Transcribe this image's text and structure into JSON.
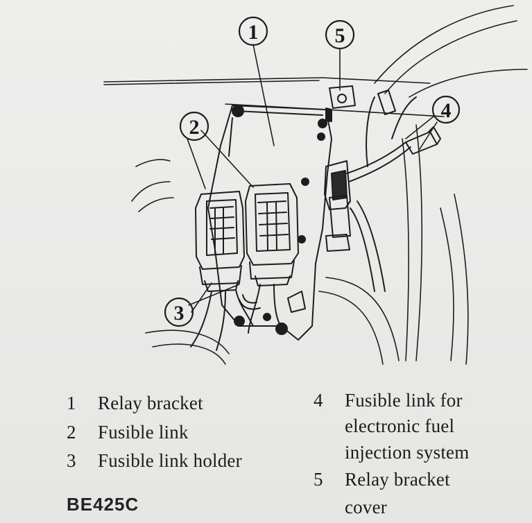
{
  "callouts": [
    "1",
    "2",
    "3",
    "4",
    "5"
  ],
  "legend": [
    {
      "num": "1",
      "lines": [
        "Relay bracket"
      ]
    },
    {
      "num": "2",
      "lines": [
        "Fusible link"
      ]
    },
    {
      "num": "3",
      "lines": [
        "Fusible link holder"
      ]
    },
    {
      "num": "4",
      "lines": [
        "Fusible link for",
        "electronic fuel",
        "injection system"
      ]
    },
    {
      "num": "5",
      "lines": [
        "Relay bracket",
        "cover"
      ]
    }
  ],
  "figure_code": "BE425C"
}
